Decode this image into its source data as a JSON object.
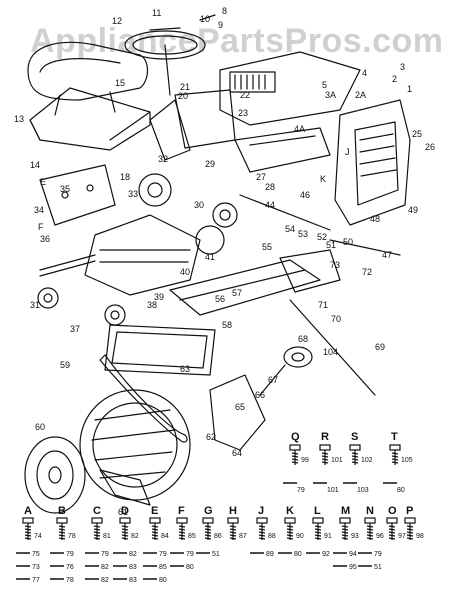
{
  "watermark": "AppliancePartsPros.com",
  "callouts": [
    {
      "id": "c1",
      "label": "1"
    },
    {
      "id": "c2",
      "label": "2"
    },
    {
      "id": "c3",
      "label": "3"
    },
    {
      "id": "c4",
      "label": "4"
    },
    {
      "id": "c5",
      "label": "5"
    },
    {
      "id": "c8",
      "label": "8"
    },
    {
      "id": "c9",
      "label": "9"
    },
    {
      "id": "c10",
      "label": "10"
    },
    {
      "id": "c11",
      "label": "11"
    },
    {
      "id": "c12",
      "label": "12"
    },
    {
      "id": "c13",
      "label": "13"
    },
    {
      "id": "c14",
      "label": "14"
    },
    {
      "id": "c15",
      "label": "15"
    },
    {
      "id": "c18",
      "label": "18"
    },
    {
      "id": "c20",
      "label": "20"
    },
    {
      "id": "c21",
      "label": "21"
    },
    {
      "id": "c22",
      "label": "22"
    },
    {
      "id": "c23",
      "label": "23"
    },
    {
      "id": "c25",
      "label": "25"
    },
    {
      "id": "c26",
      "label": "26"
    },
    {
      "id": "c27",
      "label": "27"
    },
    {
      "id": "c28",
      "label": "28"
    },
    {
      "id": "c29",
      "label": "29"
    },
    {
      "id": "c30",
      "label": "30"
    },
    {
      "id": "c31",
      "label": "31"
    },
    {
      "id": "c32",
      "label": "32"
    },
    {
      "id": "c33",
      "label": "33"
    },
    {
      "id": "c34",
      "label": "34"
    },
    {
      "id": "c35",
      "label": "35"
    },
    {
      "id": "c36",
      "label": "36"
    },
    {
      "id": "c37",
      "label": "37"
    },
    {
      "id": "c38",
      "label": "38"
    },
    {
      "id": "c39",
      "label": "39"
    },
    {
      "id": "c40",
      "label": "40"
    },
    {
      "id": "c41",
      "label": "41"
    },
    {
      "id": "c44",
      "label": "44"
    },
    {
      "id": "c46",
      "label": "46"
    },
    {
      "id": "c47",
      "label": "47"
    },
    {
      "id": "c48",
      "label": "48"
    },
    {
      "id": "c49",
      "label": "49"
    },
    {
      "id": "c50",
      "label": "50"
    },
    {
      "id": "c51",
      "label": "51"
    },
    {
      "id": "c52",
      "label": "52"
    },
    {
      "id": "c53",
      "label": "53"
    },
    {
      "id": "c54",
      "label": "54"
    },
    {
      "id": "c55",
      "label": "55"
    },
    {
      "id": "c56",
      "label": "56"
    },
    {
      "id": "c57",
      "label": "57"
    },
    {
      "id": "c58",
      "label": "58"
    },
    {
      "id": "c59",
      "label": "59"
    },
    {
      "id": "c60",
      "label": "60"
    },
    {
      "id": "c61",
      "label": "61"
    },
    {
      "id": "c62",
      "label": "62"
    },
    {
      "id": "c63",
      "label": "63"
    },
    {
      "id": "c64",
      "label": "64"
    },
    {
      "id": "c65",
      "label": "65"
    },
    {
      "id": "c66",
      "label": "66"
    },
    {
      "id": "c67",
      "label": "67"
    },
    {
      "id": "c68",
      "label": "68"
    },
    {
      "id": "c69",
      "label": "69"
    },
    {
      "id": "c70",
      "label": "70"
    },
    {
      "id": "c71",
      "label": "71"
    },
    {
      "id": "c72",
      "label": "72"
    },
    {
      "id": "c73",
      "label": "73"
    },
    {
      "id": "c104",
      "label": "104"
    },
    {
      "id": "c4a",
      "label": "4A"
    },
    {
      "id": "c3a",
      "label": "3A"
    },
    {
      "id": "c2a",
      "label": "2A"
    },
    {
      "id": "cE",
      "label": "E"
    },
    {
      "id": "cF",
      "label": "F"
    },
    {
      "id": "cK",
      "label": "K"
    },
    {
      "id": "cJ",
      "label": "J"
    }
  ],
  "hardware_top": [
    {
      "letter": "Q",
      "number": "99",
      "sub": "79"
    },
    {
      "letter": "R",
      "number": "101",
      "sub": "101"
    },
    {
      "letter": "S",
      "number": "102",
      "sub": "103"
    },
    {
      "letter": "T",
      "number": "105",
      "sub": "80"
    }
  ],
  "hardware_bottom": [
    {
      "letter": "A",
      "number": "74",
      "sub1": "75",
      "sub2": "73",
      "sub3": "77"
    },
    {
      "letter": "B",
      "number": "78",
      "sub1": "79",
      "sub2": "76",
      "sub3": "78"
    },
    {
      "letter": "C",
      "number": "81",
      "sub1": "79",
      "sub2": "82",
      "sub3": "82"
    },
    {
      "letter": "D",
      "number": "82",
      "sub1": "82",
      "sub2": "83",
      "sub3": "83"
    },
    {
      "letter": "E",
      "number": "84",
      "sub1": "79",
      "sub2": "85",
      "sub3": "80"
    },
    {
      "letter": "F",
      "number": "85",
      "sub1": "79",
      "sub2": "80",
      "sub3": ""
    },
    {
      "letter": "G",
      "number": "86",
      "sub1": "51",
      "sub2": "",
      "sub3": ""
    },
    {
      "letter": "H",
      "number": "87",
      "sub1": "",
      "sub2": "",
      "sub3": ""
    },
    {
      "letter": "J",
      "number": "88",
      "sub1": "89",
      "sub2": "",
      "sub3": ""
    },
    {
      "letter": "K",
      "number": "90",
      "sub1": "80",
      "sub2": "",
      "sub3": ""
    },
    {
      "letter": "L",
      "number": "91",
      "sub1": "92",
      "sub2": "",
      "sub3": ""
    },
    {
      "letter": "M",
      "number": "93",
      "sub1": "94",
      "sub2": "95",
      "sub3": ""
    },
    {
      "letter": "N",
      "number": "96",
      "sub1": "79",
      "sub2": "51",
      "sub3": ""
    },
    {
      "letter": "O",
      "number": "97",
      "sub1": "",
      "sub2": "",
      "sub3": ""
    },
    {
      "letter": "P",
      "number": "98",
      "sub1": "",
      "sub2": "",
      "sub3": ""
    }
  ]
}
